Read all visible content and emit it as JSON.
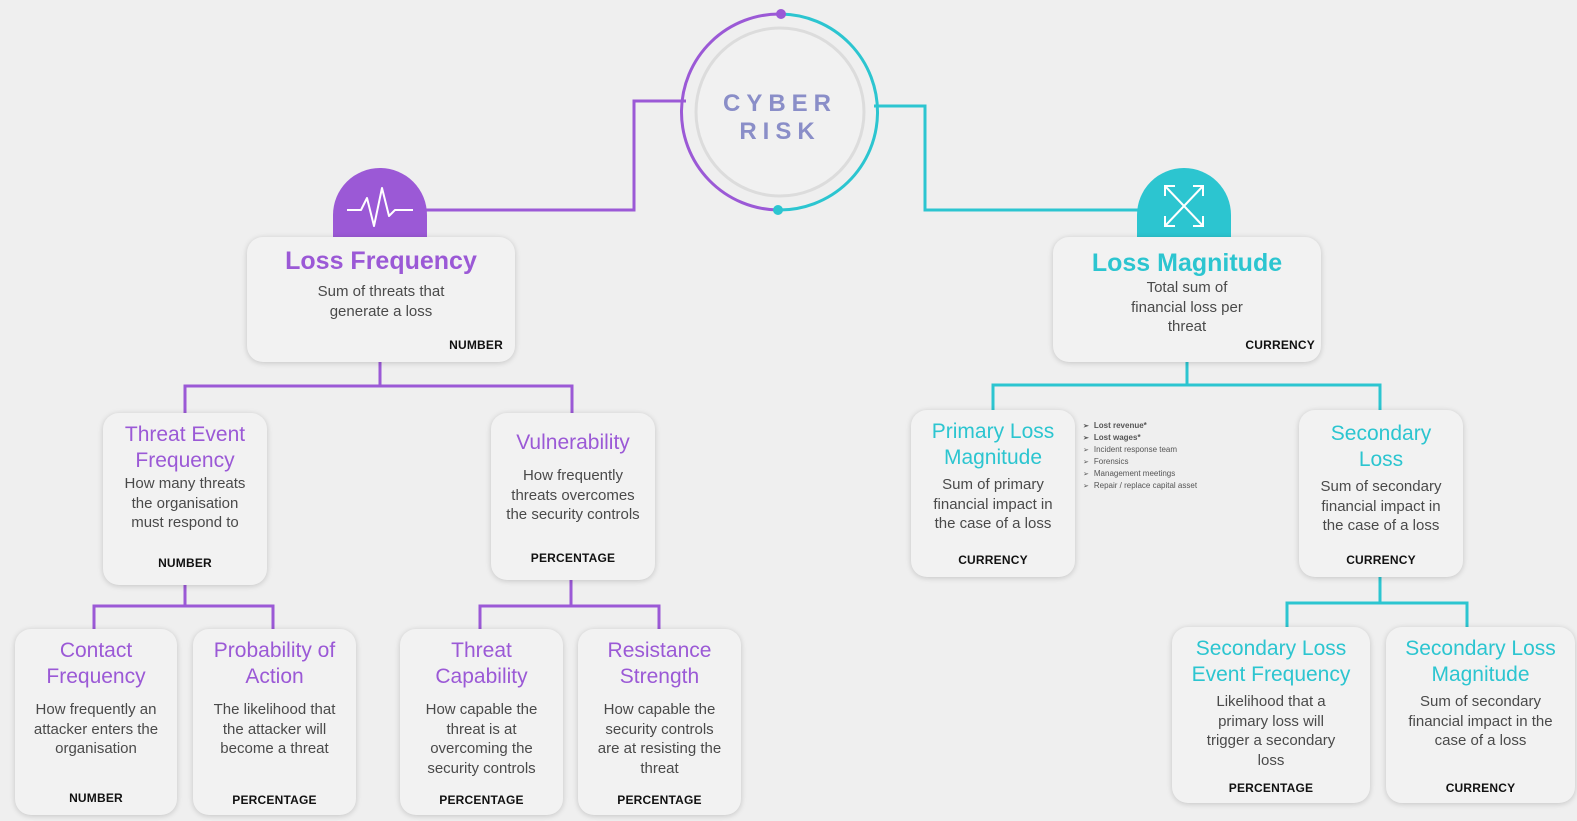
{
  "root": {
    "line1": "CYBER",
    "line2": "RISK"
  },
  "colors": {
    "purple": "#9b59d6",
    "teal": "#2cc5d0",
    "background": "#efefef",
    "card": "#f2f2f2"
  },
  "icons": {
    "left": "heartbeat-icon",
    "right": "expand-arrows-icon"
  },
  "loss_frequency": {
    "title": "Loss Frequency",
    "desc": "Sum of threats that generate a loss",
    "unit": "NUMBER"
  },
  "loss_magnitude": {
    "title": "Loss Magnitude",
    "desc": "Total sum of financial loss per threat",
    "unit": "CURRENCY"
  },
  "threat_event_frequency": {
    "title": "Threat Event Frequency",
    "desc": "How many threats the organisation must respond to",
    "unit": "NUMBER"
  },
  "vulnerability": {
    "title": "Vulnerability",
    "desc": "How frequently threats overcomes the security controls",
    "unit": "PERCENTAGE"
  },
  "primary_loss_magnitude": {
    "title": "Primary Loss Magnitude",
    "desc": "Sum of primary financial impact in the case of a loss",
    "unit": "CURRENCY"
  },
  "secondary_loss": {
    "title": "Secondary Loss",
    "desc": "Sum of secondary financial impact in the case of a loss",
    "unit": "CURRENCY"
  },
  "contact_frequency": {
    "title": "Contact Frequency",
    "desc": "How frequently an attacker enters the organisation",
    "unit": "NUMBER"
  },
  "probability_of_action": {
    "title": "Probability of Action",
    "desc": "The likelihood that the attacker will become a threat",
    "unit": "PERCENTAGE"
  },
  "threat_capability": {
    "title": "Threat Capability",
    "desc": "How capable the threat is at overcoming the security controls",
    "unit": "PERCENTAGE"
  },
  "resistance_strength": {
    "title": "Resistance Strength",
    "desc": "How capable the security controls are at resisting the threat",
    "unit": "PERCENTAGE"
  },
  "secondary_loss_event_frequency": {
    "title": "Secondary Loss Event Frequency",
    "desc": "Likelihood that a primary loss will trigger a secondary loss",
    "unit": "PERCENTAGE"
  },
  "secondary_loss_magnitude": {
    "title": "Secondary Loss Magnitude",
    "desc": "Sum of secondary financial impact in the case of a loss",
    "unit": "CURRENCY"
  },
  "primary_loss_notes": [
    "Lost revenue*",
    "Lost wages*",
    "Incident response team",
    "Forensics",
    "Management meetings",
    "Repair / replace capital asset"
  ]
}
